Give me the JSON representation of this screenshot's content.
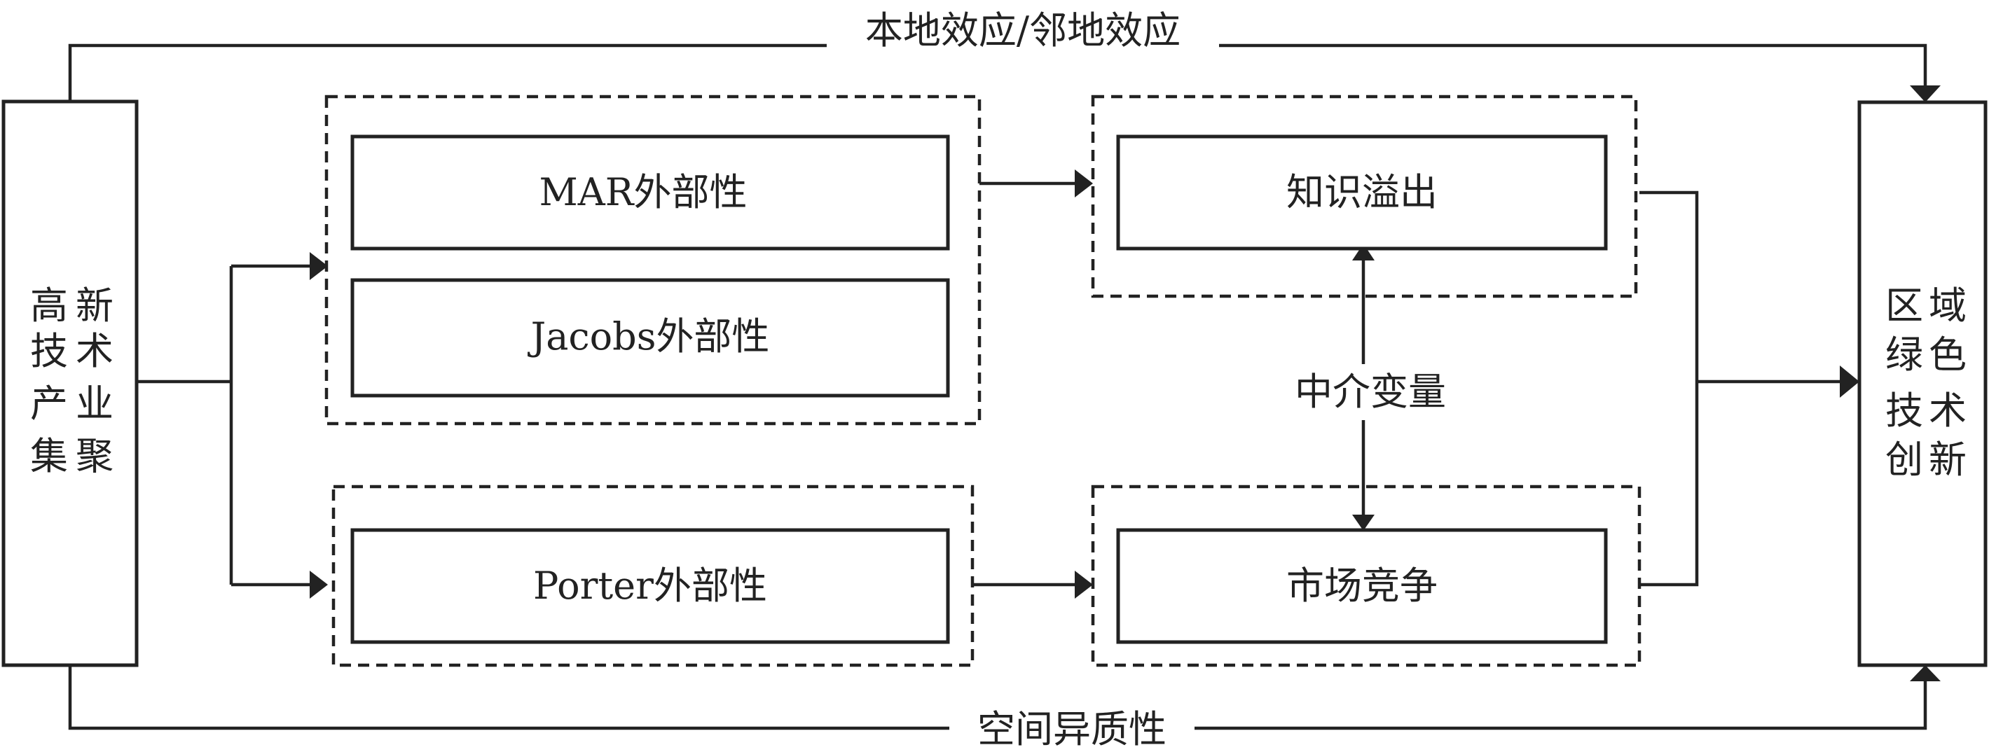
{
  "left_block": {
    "chars": [
      "高",
      "新",
      "技",
      "术",
      "产",
      "业",
      "集",
      "聚"
    ]
  },
  "right_block": {
    "chars": [
      "区",
      "域",
      "绿",
      "色",
      "技",
      "术",
      "创",
      "新"
    ]
  },
  "externalities": {
    "mar": "MAR外部性",
    "jacobs": "Jacobs外部性",
    "porter": "Porter外部性"
  },
  "mechanisms": {
    "knowledge": "知识溢出",
    "competition": "市场竞争"
  },
  "mediator": "中介变量",
  "top_path": "本地效应/邻地效应",
  "bottom_path": "空间异质性"
}
